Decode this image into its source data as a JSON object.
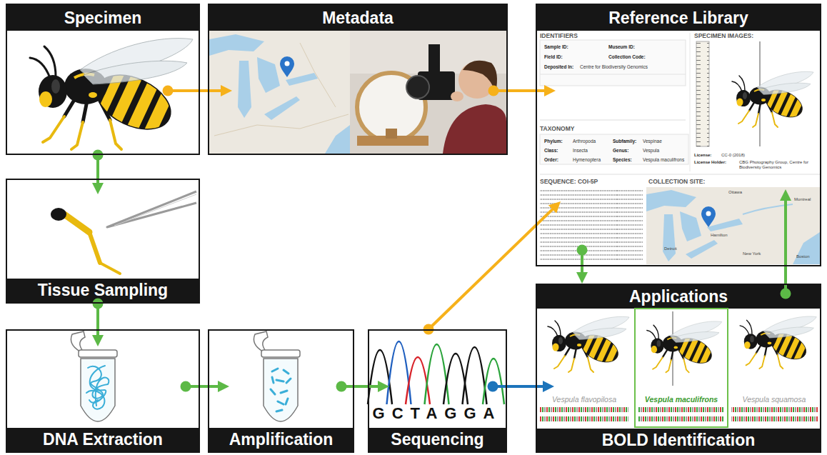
{
  "diagram": {
    "nodes": [
      {
        "text": [
          "Specimen"
        ]
      },
      {
        "text": [
          "Metadata"
        ]
      },
      {
        "text": [
          "Reference Library"
        ]
      },
      {
        "text": [
          "Tissue Sampling"
        ]
      },
      {
        "text": [
          "DNA Extraction"
        ]
      },
      {
        "text": [
          "Amplification"
        ]
      },
      {
        "text": [
          "Sequencing"
        ]
      },
      {
        "text": [
          "Applications",
          "BOLD Identification"
        ]
      }
    ],
    "edges": [
      {
        "from": 0,
        "to": 1,
        "arrow": "to"
      },
      {
        "from": 1,
        "to": 2,
        "arrow": "to"
      },
      {
        "from": 0,
        "to": 3,
        "arrow": "to"
      },
      {
        "from": 3,
        "to": 4,
        "arrow": "to"
      },
      {
        "from": 4,
        "to": 5,
        "arrow": "to"
      },
      {
        "from": 5,
        "to": 6,
        "arrow": "to"
      },
      {
        "from": 6,
        "to": 2,
        "arrow": "to"
      },
      {
        "from": 6,
        "to": 7,
        "arrow": "to"
      },
      {
        "from": 2,
        "to": 7,
        "arrow": "to"
      },
      {
        "from": 7,
        "to": 2,
        "arrow": "to"
      }
    ],
    "labels": [
      "IDENTIFIERS",
      "Sample ID:",
      "Museum ID:",
      "Field ID:",
      "Collection Code:",
      "Deposited In:",
      "Centre for Biodiversity Genomics",
      "SPECIMEN IMAGES:",
      "License:",
      "CC-0 (2018)",
      "License Holder:",
      "CBG Photography Group, Centre for Biodiversity Genomics",
      "TAXONOMY",
      "Phylum:",
      "Arthropoda",
      "Subfamily:",
      "Vespinae",
      "Class:",
      "Insecta",
      "Genus:",
      "Vespula",
      "Order:",
      "Hymenoptera",
      "Species:",
      "Vespula maculifrons",
      "SEQUENCE: COI-5P",
      "COLLECTION SITE:",
      "Ottawa",
      "Montreal",
      "Detroit",
      "Hamilton",
      "New York",
      "Boston",
      "GCTAGGA",
      "Vespula flavopilosa",
      "Vespula maculifrons",
      "Vespula squamosa"
    ]
  }
}
